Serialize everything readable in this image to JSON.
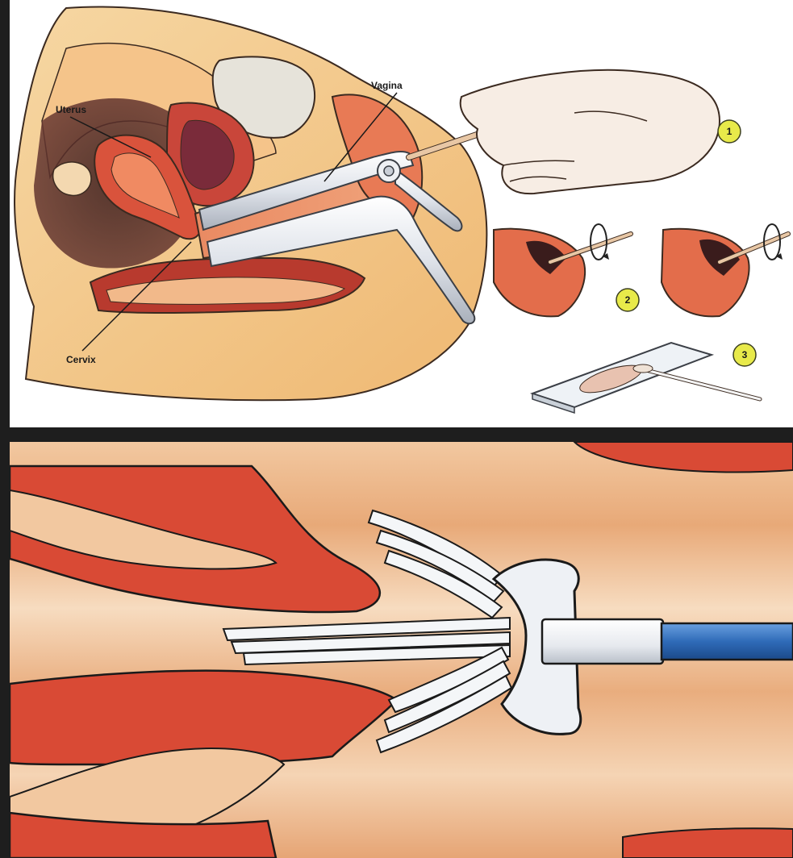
{
  "labels": {
    "uterus": "Uterus",
    "vagina": "Vagina",
    "cervix": "Cervix"
  },
  "steps": {
    "step1": "1",
    "step2": "2",
    "step3": "3"
  },
  "colors": {
    "skin": "#f2c98a",
    "flesh": "#e8704f",
    "tissue_red": "#d94a35",
    "dark_cavity": "#5a2d2a",
    "speculum": "#dfe3ea",
    "badge": "#e8ea4a",
    "brush_handle": "#2f6bb8",
    "brush_bristles": "#f4f6f8"
  }
}
